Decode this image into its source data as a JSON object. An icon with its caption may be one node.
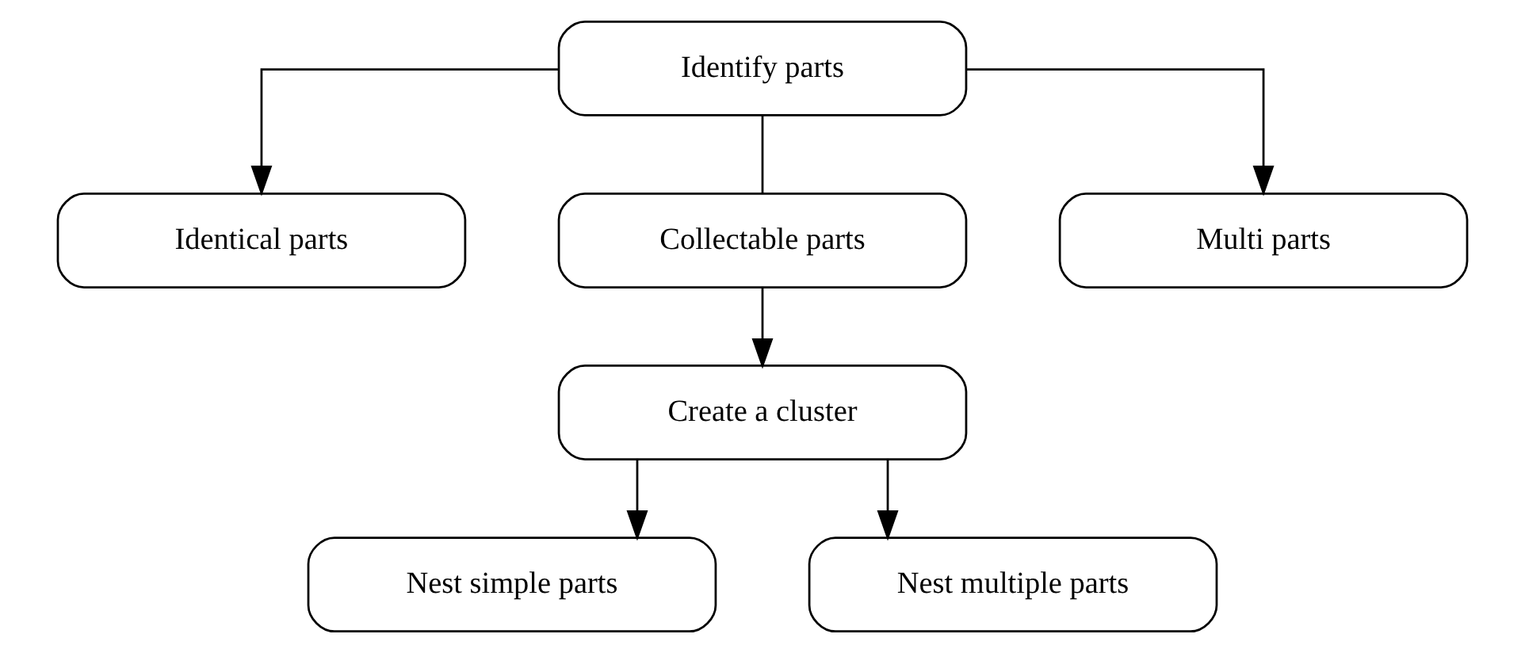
{
  "diagram": {
    "nodes": [
      {
        "text": [
          "Identify parts"
        ]
      },
      {
        "text": [
          "Identical parts"
        ]
      },
      {
        "text": [
          "Collectable parts"
        ]
      },
      {
        "text": [
          "Multi parts"
        ]
      },
      {
        "text": [
          "Create a cluster"
        ]
      },
      {
        "text": [
          "Nest simple parts"
        ]
      },
      {
        "text": [
          "Nest multiple parts"
        ]
      }
    ],
    "edges": [
      {
        "from": 0,
        "to": 1,
        "arrow": "to"
      },
      {
        "from": 0,
        "to": 2,
        "arrow": "none"
      },
      {
        "from": 0,
        "to": 3,
        "arrow": "to"
      },
      {
        "from": 2,
        "to": 4,
        "arrow": "to"
      },
      {
        "from": 4,
        "to": 5,
        "arrow": "to"
      },
      {
        "from": 4,
        "to": 6,
        "arrow": "to"
      }
    ]
  }
}
